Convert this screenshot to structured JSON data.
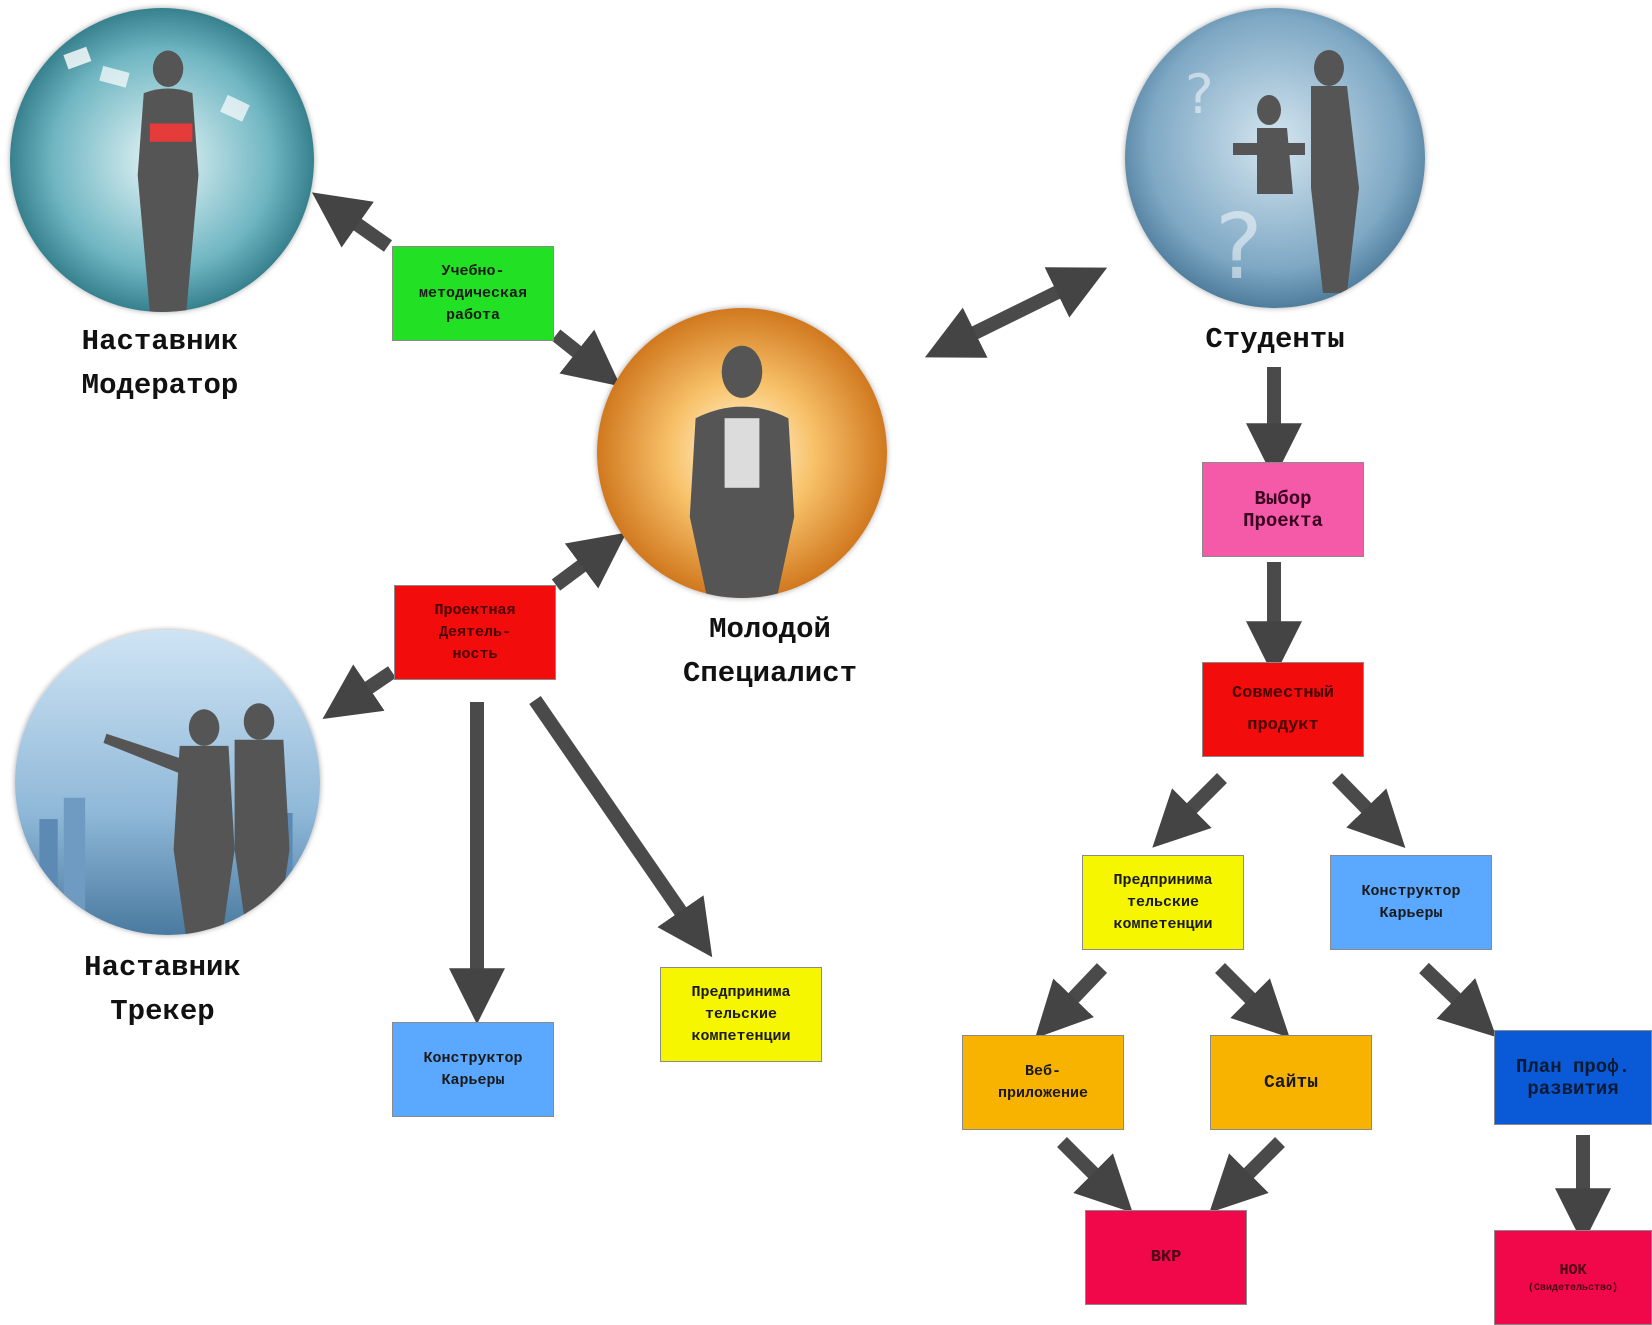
{
  "nodes": {
    "mentor_moderator": {
      "line1": "Наставник",
      "line2": "Модератор"
    },
    "young_specialist": {
      "line1": "Молодой",
      "line2": "Специалист"
    },
    "mentor_tracker": {
      "line1": "Наставник",
      "line2": "Трекер"
    },
    "students": {
      "label": "Студенты"
    }
  },
  "boxes": {
    "methodical": {
      "line1": "Учебно-",
      "line2": "методическая",
      "line3": "работа"
    },
    "project_activity": {
      "line1": "Проектная",
      "line2": "Деятель-",
      "line3": "ность"
    },
    "career_left": {
      "line1": "Конструктор",
      "line2": "Карьеры"
    },
    "entrepreneur_left": {
      "line1": "Предпринима",
      "line2": "тельские",
      "line3": "компетенции"
    },
    "project_choice": {
      "line1": "Выбор",
      "line2": "Проекта"
    },
    "joint_product": {
      "line1": "Совместный",
      "line2": "продукт"
    },
    "entrepreneur_right": {
      "line1": "Предпринима",
      "line2": "тельские",
      "line3": "компетенции"
    },
    "career_right": {
      "line1": "Конструктор",
      "line2": "Карьеры"
    },
    "web_app": {
      "line1": "Веб-",
      "line2": "приложение"
    },
    "sites": {
      "label": "Сайты"
    },
    "prof_plan": {
      "line1": "План проф.",
      "line2": "развития"
    },
    "vkr": {
      "label": "ВКР"
    },
    "nok": {
      "line1": "НОК",
      "line2": "(Свидетельство)"
    }
  },
  "colors": {
    "green": "#22e023",
    "red": "#f20c0c",
    "pink": "#f45aa8",
    "blue": "#5aa8ff",
    "yellow": "#f6f600",
    "orange": "#f8b200",
    "darkblue": "#0a5ad8",
    "crimson": "#f0084a",
    "arrow": "#444444"
  }
}
